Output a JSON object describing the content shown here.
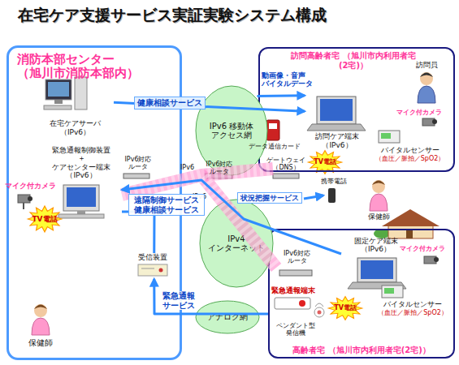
{
  "diagram": {
    "title": "在宅ケア支援サービス実証実験システム構成",
    "nodes": [
      {
        "text": [
          "消防本部センター （旭川市消防本部内）"
        ]
      },
      {
        "text": [
          "訪問高齢者宅 （旭川市内利用者宅(2宅)）"
        ]
      },
      {
        "text": [
          "高齢者宅 （旭川市内利用者宅(2宅)）"
        ]
      },
      {
        "text": [
          "在宅ケアサーバ （IPv6）"
        ],
        "in": 0
      },
      {
        "text": [
          "緊急通報制御装置 ＋ ケアセンター端末 （IPv6）"
        ],
        "in": 0
      },
      {
        "text": [
          "受信装置"
        ],
        "in": 0
      },
      {
        "text": [
          "IPv6 移動体 アクセス網"
        ]
      },
      {
        "text": [
          "IPv4 インターネット"
        ]
      },
      {
        "text": [
          "アナログ網"
        ]
      },
      {
        "text": [
          "訪問ケア端末 （IPv6）"
        ],
        "in": 1
      },
      {
        "text": [
          "バイタルセンサー",
          "（血圧／脈拍／SpO2）"
        ],
        "in": 1
      },
      {
        "text": [
          "固定ケア端末 （IPv6）"
        ],
        "in": 2
      },
      {
        "text": [
          "バイタルセンサー",
          "（血圧／脈拍／SpO2）"
        ],
        "in": 2
      },
      {
        "text": [
          "IPv6対応 ルータ"
        ],
        "in": 2
      },
      {
        "text": [
          "緊急通報端末"
        ],
        "in": 2
      }
    ],
    "edges": [
      {
        "from": 3,
        "to": 9,
        "label": "健康相談サービス",
        "arrow": "to"
      },
      {
        "from": 6,
        "to": 9,
        "label": "動画像・音声 バイタルデータ",
        "arrow": "to"
      },
      {
        "from": 11,
        "to": 4,
        "label": "遠隔制御サービス 健康相談サービス",
        "arrow": "to"
      },
      {
        "from": 14,
        "to": 5,
        "label": "緊急通報 サービス",
        "arrow": "to"
      },
      {
        "from": 5,
        "to": 4,
        "arrow": "none"
      }
    ],
    "labels": [
      "マイク付カメラ",
      "TV電話",
      "保健師",
      "IPv6対応 ルータ",
      "IPv6対応 ルータ",
      "ゲートウェイ （DNS）",
      "データ通信カード",
      "携帯電話",
      "保健師",
      "訪問員",
      "マイク付カメラ",
      "TV電話",
      "マイク付カメラ",
      "TV電話",
      "ペンダント型 発信機",
      "状況把握サービス",
      "IPv6",
      "IPv6"
    ]
  }
}
